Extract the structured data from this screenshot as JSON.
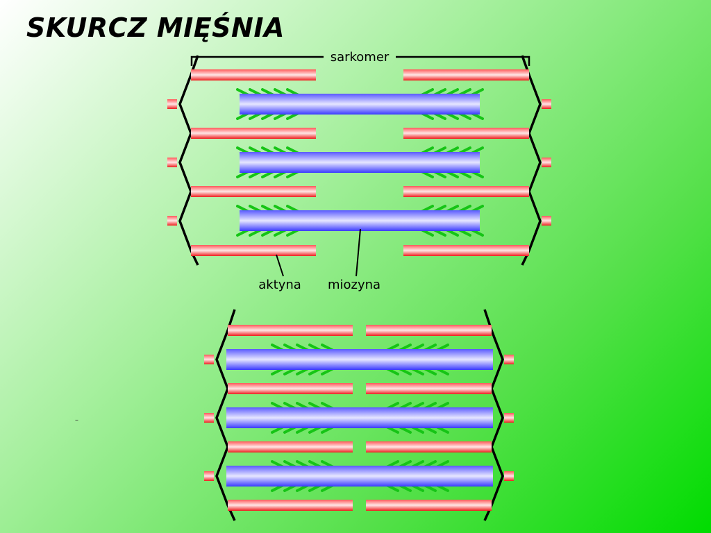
{
  "slide": {
    "title": "SKURCZ MIĘŚNIA",
    "stray_mark": "–"
  },
  "diagram": {
    "labels": {
      "sarcomere": "sarkomer",
      "actin": "aktyna",
      "myosin": "miozyna"
    },
    "colors": {
      "actin": "#ff4a4a",
      "myosin": "#5a5aff",
      "cross_bridge": "#16c416",
      "z_line": "#000000"
    },
    "states": [
      "relaxed",
      "contracted"
    ]
  }
}
